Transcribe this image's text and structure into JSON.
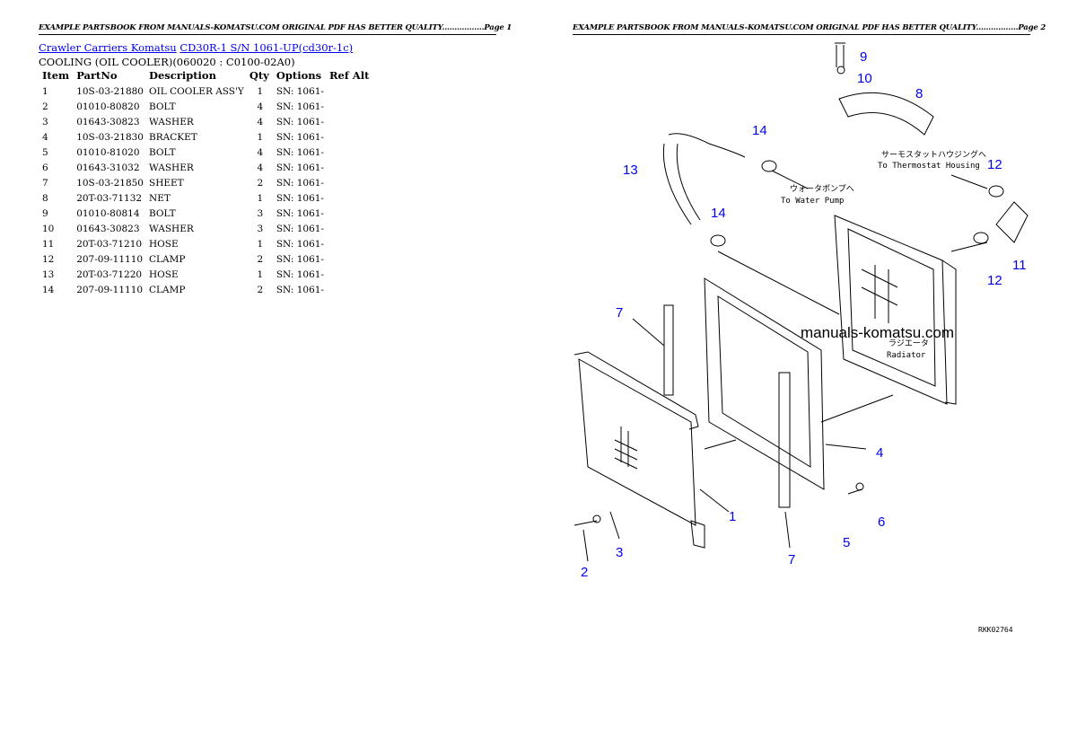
{
  "page1": {
    "header": "EXAMPLE PARTSBOOK FROM MANUALS-KOMATSU.COM ORIGINAL PDF HAS BETTER QUALITY.................Page 1",
    "breadcrumb": {
      "link1": "Crawler Carriers Komatsu",
      "link2": "CD30R-1 S/N 1061-UP(cd30r-1c)"
    },
    "subtitle": "COOLING (OIL COOLER)(060020 : C0100-02A0)",
    "columns": [
      "Item",
      "PartNo",
      "Description",
      "Qty",
      "Options",
      "Ref Alt"
    ],
    "rows": [
      [
        "1",
        "10S-03-21880",
        "OIL COOLER ASS'Y",
        "1",
        "SN: 1061-",
        ""
      ],
      [
        "2",
        "01010-80820",
        "BOLT",
        "4",
        "SN: 1061-",
        ""
      ],
      [
        "3",
        "01643-30823",
        "WASHER",
        "4",
        "SN: 1061-",
        ""
      ],
      [
        "4",
        "10S-03-21830",
        "BRACKET",
        "1",
        "SN: 1061-",
        ""
      ],
      [
        "5",
        "01010-81020",
        "BOLT",
        "4",
        "SN: 1061-",
        ""
      ],
      [
        "6",
        "01643-31032",
        "WASHER",
        "4",
        "SN: 1061-",
        ""
      ],
      [
        "7",
        "10S-03-21850",
        "SHEET",
        "2",
        "SN: 1061-",
        ""
      ],
      [
        "8",
        "20T-03-71132",
        "NET",
        "1",
        "SN: 1061-",
        ""
      ],
      [
        "9",
        "01010-80814",
        "BOLT",
        "3",
        "SN: 1061-",
        ""
      ],
      [
        "10",
        "01643-30823",
        "WASHER",
        "3",
        "SN: 1061-",
        ""
      ],
      [
        "11",
        "20T-03-71210",
        "HOSE",
        "1",
        "SN: 1061-",
        ""
      ],
      [
        "12",
        "207-09-11110",
        "CLAMP",
        "2",
        "SN: 1061-",
        ""
      ],
      [
        "13",
        "20T-03-71220",
        "HOSE",
        "1",
        "SN: 1061-",
        ""
      ],
      [
        "14",
        "207-09-11110",
        "CLAMP",
        "2",
        "SN: 1061-",
        ""
      ]
    ]
  },
  "page2": {
    "header": "EXAMPLE PARTSBOOK FROM MANUALS-KOMATSU.COM ORIGINAL PDF HAS BETTER QUALITY.................Page 2",
    "diagram": {
      "callouts": [
        "9",
        "10",
        "8",
        "14",
        "13",
        "12",
        "14",
        "11",
        "12",
        "7",
        "4",
        "1",
        "6",
        "5",
        "3",
        "2",
        "7"
      ],
      "callout_color": "#0000ee",
      "note_water_jp": "ウォータポンプへ",
      "note_water_en": "To Water Pump",
      "note_thermo_jp": "サーモスタットハウジングへ",
      "note_thermo_en": "To Thermostat Housing",
      "note_radiator_jp": "ラジエータ",
      "note_radiator_en": "Radiator",
      "watermark": "manuals-komatsu.com",
      "figure_code": "RKK02764"
    }
  }
}
